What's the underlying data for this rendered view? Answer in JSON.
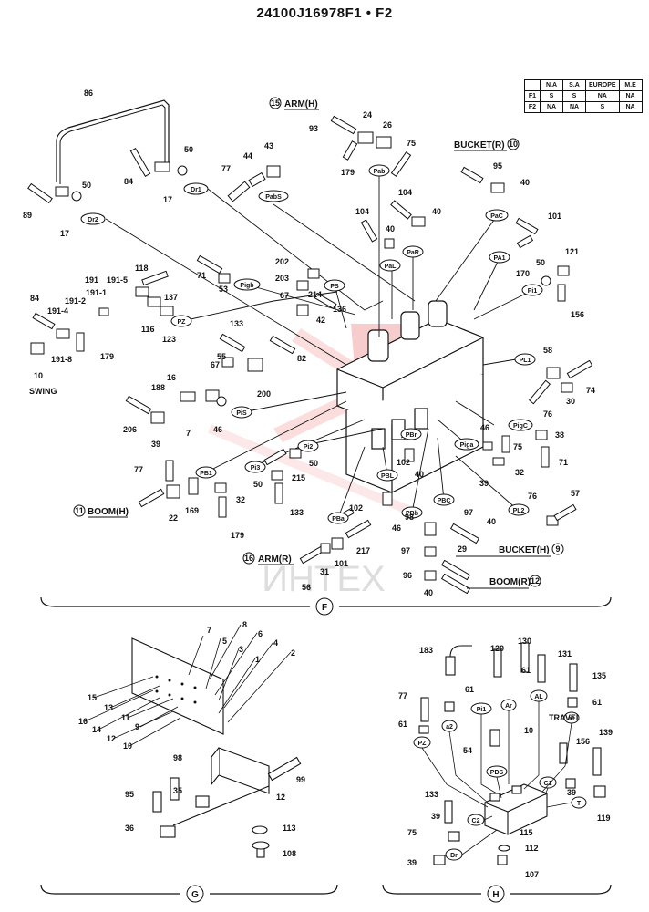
{
  "header": {
    "title": "24100J16978F1 • F2"
  },
  "spec_table": {
    "columns": [
      "",
      "N.A",
      "S.A",
      "EUROPE",
      "M.E"
    ],
    "rows": [
      {
        "label": "F1",
        "cells": [
          "S",
          "S",
          "NA",
          "NA"
        ]
      },
      {
        "label": "F2",
        "cells": [
          "NA",
          "NA",
          "S",
          "NA"
        ]
      }
    ]
  },
  "watermark": "ИНТЕХ",
  "sections": {
    "F": {
      "letter": "F"
    },
    "G": {
      "letter": "G"
    },
    "H": {
      "letter": "H"
    }
  },
  "captions": {
    "arm_h": "ARM(H)",
    "arm_h_num": "15",
    "bucket_r": "BUCKET(R)",
    "bucket_r_num": "10",
    "boom_h": "BOOM(H)",
    "boom_h_num": "11",
    "arm_r": "ARM(R)",
    "arm_r_num": "16",
    "bucket_h": "BUCKET(H)",
    "bucket_h_num": "9",
    "boom_r": "BOOM(R)",
    "boom_r_num": "12",
    "swing": "SWING",
    "travel": "TRAVEL"
  },
  "port_labels": {
    "dr1": "Dr1",
    "dr2": "Dr2",
    "pab": "Pab",
    "pabs": "PabS",
    "pac": "PaC",
    "pal": "PaL",
    "par": "PaR",
    "pa1": "PA1",
    "pi1": "Pi1",
    "pigb": "Pigb",
    "ps": "PS",
    "pz": "PZ",
    "pl1": "PL1",
    "pis": "PiS",
    "pigc": "PigC",
    "piga": "Piga",
    "pbr": "PBr",
    "pb1": "PB1",
    "pi3": "Pi3",
    "pi2": "Pi2",
    "pbl": "PBL",
    "pbc": "PBC",
    "pbb": "PBb",
    "pl2": "PL2",
    "pba": "PBa",
    "h_pi1": "Pi1",
    "h_ar": "Ar",
    "h_al": "AL",
    "h_a2": "a2",
    "h_a1": "a1",
    "h_pz": "PZ",
    "h_pds": "PDS",
    "h_c1": "C1",
    "h_c2": "C2",
    "h_t": "T",
    "h_dr": "Dr"
  },
  "part_numbers": {
    "f": [
      "86",
      "84",
      "17",
      "89",
      "17",
      "50",
      "50",
      "77",
      "44",
      "43",
      "93",
      "24",
      "26",
      "75",
      "179",
      "95",
      "40",
      "104",
      "104",
      "40",
      "40",
      "101",
      "121",
      "170",
      "50",
      "156",
      "202",
      "203",
      "67",
      "214",
      "42",
      "136",
      "71",
      "53",
      "191",
      "191-5",
      "118",
      "191-1",
      "137",
      "191-2",
      "84",
      "191-4",
      "116",
      "123",
      "179",
      "191-8",
      "10",
      "133",
      "55",
      "82",
      "67",
      "200",
      "16",
      "188",
      "206",
      "7",
      "46",
      "39",
      "58",
      "74",
      "30",
      "76",
      "38",
      "75",
      "46",
      "71",
      "32",
      "77",
      "50",
      "50",
      "215",
      "22",
      "169",
      "133",
      "32",
      "179",
      "102",
      "40",
      "102",
      "46",
      "39",
      "76",
      "57",
      "98",
      "40",
      "97",
      "29",
      "97",
      "40",
      "96",
      "56",
      "31",
      "101",
      "217"
    ],
    "g": [
      "7",
      "8",
      "6",
      "5",
      "4",
      "3",
      "1",
      "2",
      "15",
      "13",
      "16",
      "14",
      "11",
      "9",
      "12",
      "10",
      "98",
      "99",
      "95",
      "35",
      "12",
      "36",
      "113",
      "108"
    ],
    "h": [
      "183",
      "129",
      "130",
      "131",
      "135",
      "61",
      "61",
      "77",
      "61",
      "61",
      "10",
      "54",
      "139",
      "156",
      "39",
      "133",
      "119",
      "39",
      "75",
      "115",
      "112",
      "39",
      "107"
    ]
  }
}
